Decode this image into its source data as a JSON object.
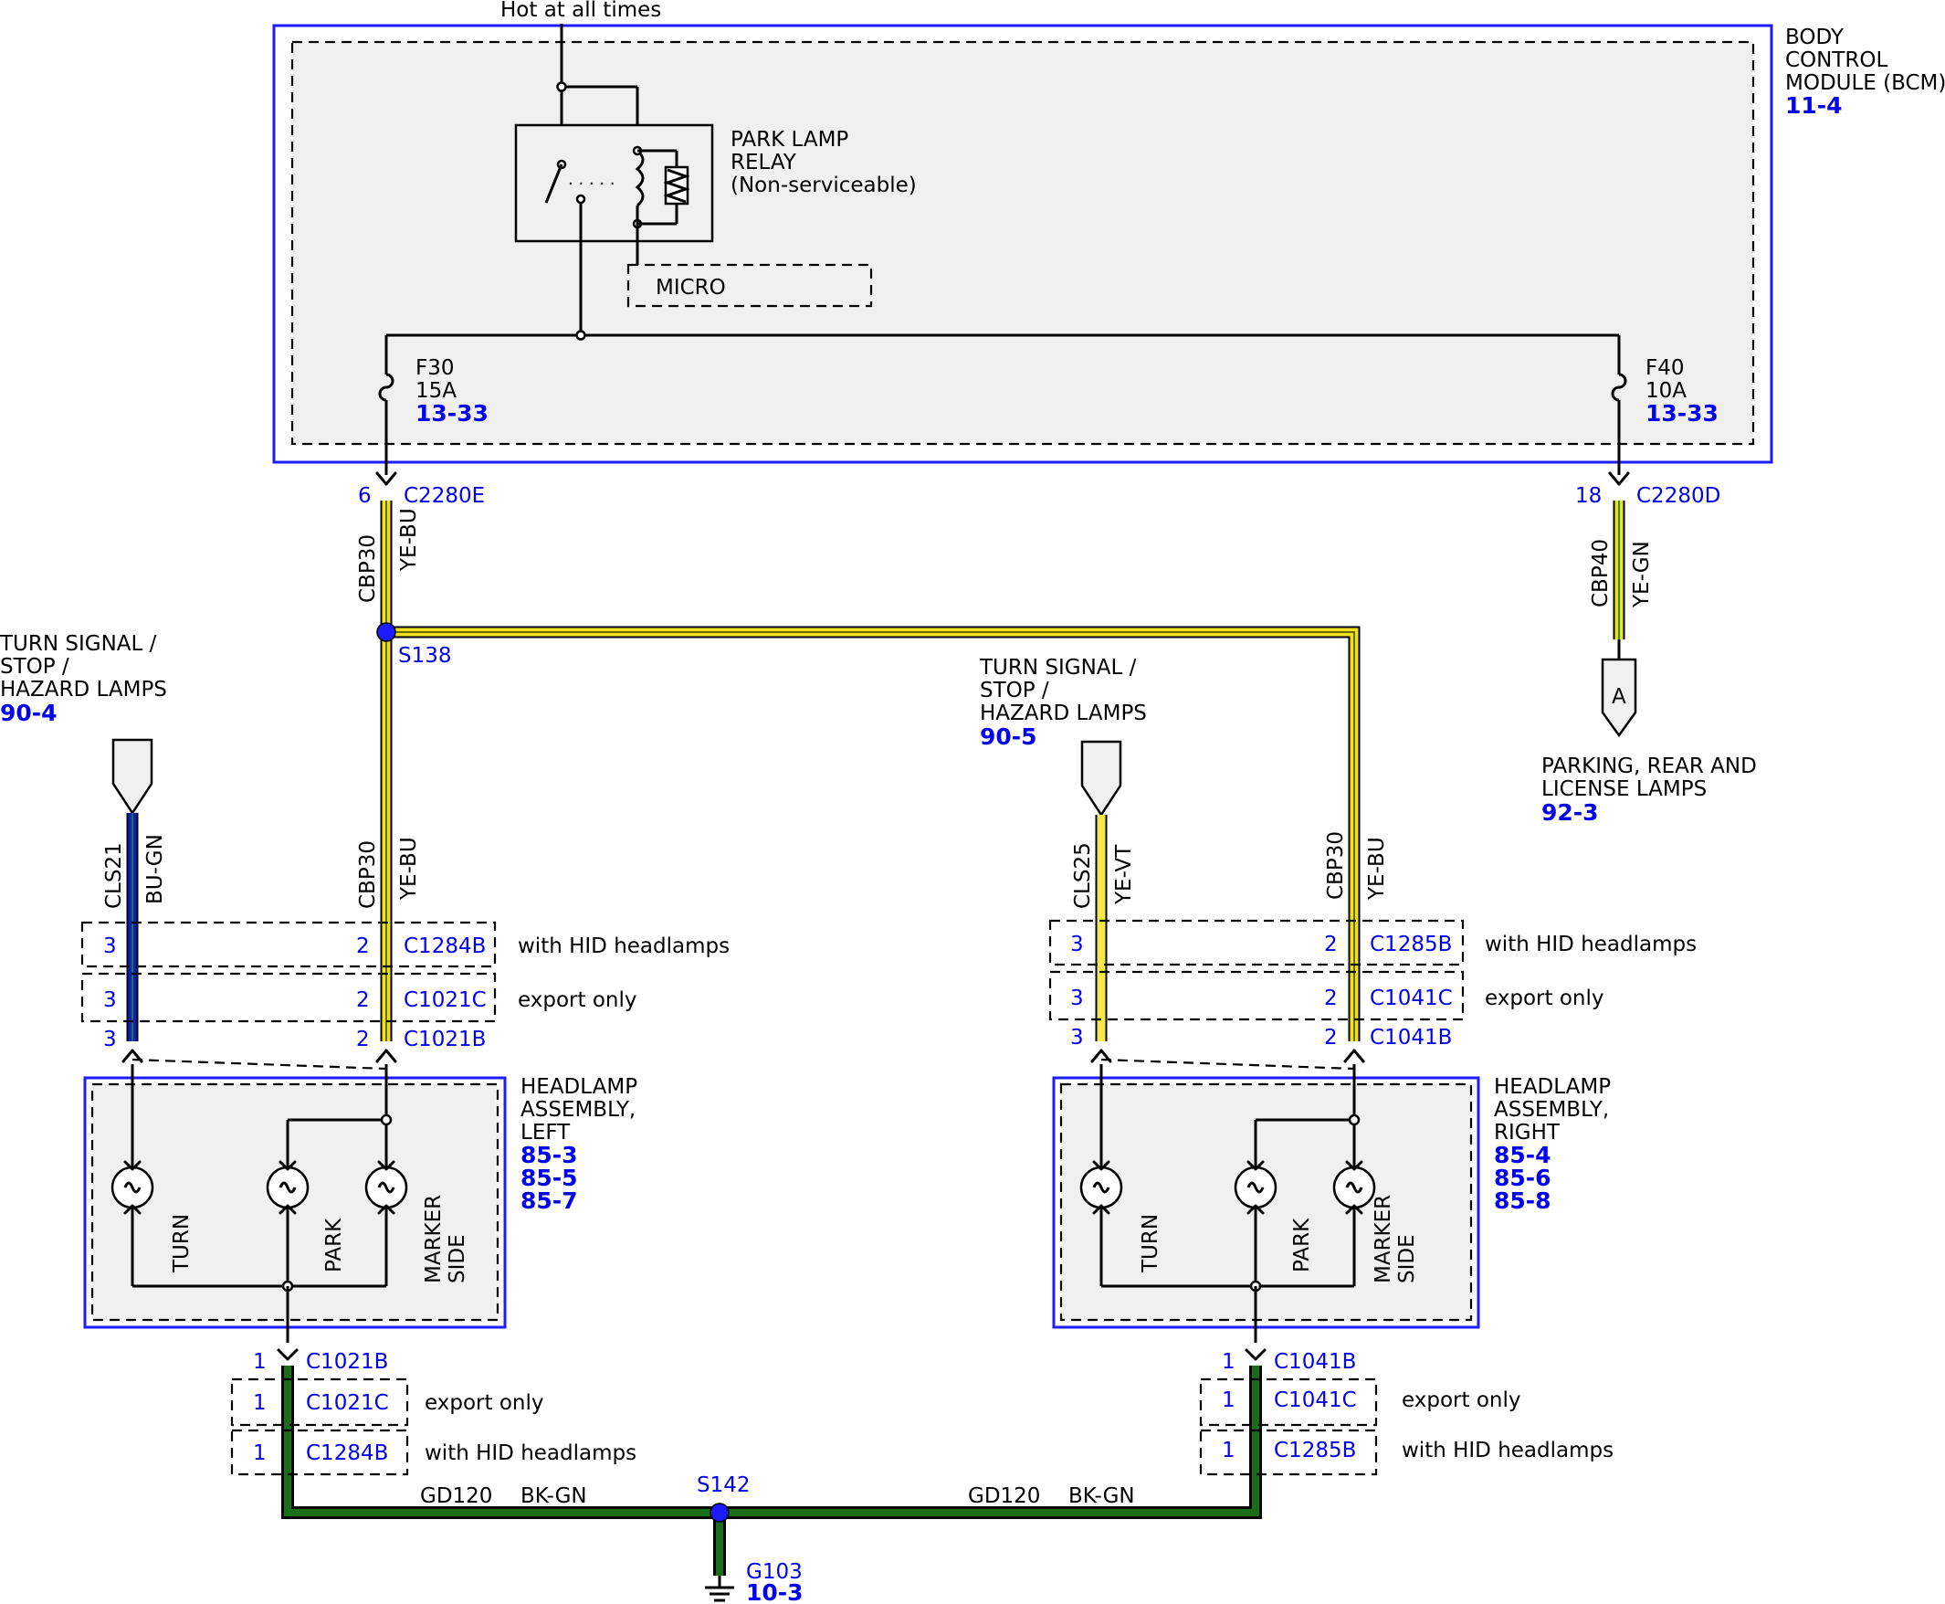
{
  "title_feed": "Hot at all times",
  "bcm": {
    "name": [
      "BODY",
      "CONTROL",
      "MODULE (BCM)"
    ],
    "ref": "11-4"
  },
  "relay": {
    "name": [
      "PARK LAMP",
      "RELAY",
      "(Non-serviceable)"
    ],
    "micro": "MICRO"
  },
  "fuses": [
    {
      "id": "F30",
      "rating": "15A",
      "ref": "13-33"
    },
    {
      "id": "F40",
      "rating": "10A",
      "ref": "13-33"
    }
  ],
  "connectors_top": [
    {
      "pin": "6",
      "id": "C2280E"
    },
    {
      "pin": "18",
      "id": "C2280D"
    }
  ],
  "circuits": {
    "cbp30": {
      "circuit": "CBP30",
      "color": "YE-BU"
    },
    "cbp40": {
      "circuit": "CBP40",
      "color": "YE-GN"
    },
    "cls21": {
      "circuit": "CLS21",
      "color": "BU-GN"
    },
    "cls25": {
      "circuit": "CLS25",
      "color": "YE-VT"
    },
    "gd120": {
      "circuit": "GD120",
      "color": "BK-GN"
    }
  },
  "splices": {
    "s138": "S138",
    "s142": "S142"
  },
  "ground": {
    "id": "G103",
    "ref": "10-3"
  },
  "parking_ref": {
    "letter": "A",
    "name": [
      "PARKING, REAR AND",
      "LICENSE LAMPS"
    ],
    "ref": "92-3"
  },
  "turn_left": {
    "name": [
      "TURN SIGNAL /",
      "STOP /",
      "HAZARD LAMPS"
    ],
    "ref": "90-4"
  },
  "turn_right": {
    "name": [
      "TURN SIGNAL /",
      "STOP /",
      "HAZARD LAMPS"
    ],
    "ref": "90-5"
  },
  "left_connectors": {
    "rows": [
      {
        "pin_a": "3",
        "pin_b": "2",
        "id": "C1284B",
        "note": "with HID headlamps"
      },
      {
        "pin_a": "3",
        "pin_b": "2",
        "id": "C1021C",
        "note": "export only"
      },
      {
        "pin_a": "3",
        "pin_b": "2",
        "id": "C1021B",
        "note": ""
      }
    ]
  },
  "right_connectors": {
    "rows": [
      {
        "pin_a": "3",
        "pin_b": "2",
        "id": "C1285B",
        "note": "with HID headlamps"
      },
      {
        "pin_a": "3",
        "pin_b": "2",
        "id": "C1041C",
        "note": "export only"
      },
      {
        "pin_a": "3",
        "pin_b": "2",
        "id": "C1041B",
        "note": ""
      }
    ]
  },
  "headlamp_left": {
    "name": [
      "HEADLAMP",
      "ASSEMBLY,",
      "LEFT"
    ],
    "refs": [
      "85-3",
      "85-5",
      "85-7"
    ]
  },
  "headlamp_right": {
    "name": [
      "HEADLAMP",
      "ASSEMBLY,",
      "RIGHT"
    ],
    "refs": [
      "85-4",
      "85-6",
      "85-8"
    ]
  },
  "bulb_labels": {
    "turn": "TURN",
    "park": "PARK",
    "side": "SIDE",
    "marker": "MARKER"
  },
  "left_ground_connectors": [
    {
      "pin": "1",
      "id": "C1021B",
      "note": ""
    },
    {
      "pin": "1",
      "id": "C1021C",
      "note": "export only"
    },
    {
      "pin": "1",
      "id": "C1284B",
      "note": "with HID headlamps"
    }
  ],
  "right_ground_connectors": [
    {
      "pin": "1",
      "id": "C1041B",
      "note": ""
    },
    {
      "pin": "1",
      "id": "C1041C",
      "note": "export only"
    },
    {
      "pin": "1",
      "id": "C1285B",
      "note": "with HID headlamps"
    }
  ],
  "colors": {
    "ye_bu": "#f0e020",
    "ye_bu_tracer": "#6b6b00",
    "ye_gn": "#e8e020",
    "bu_gn": "#1020c0",
    "ye_vt": "#f5e84a",
    "bk_gn": "#1a6e1a",
    "module_border": "#1c1cff",
    "reference": "#0000ee"
  }
}
